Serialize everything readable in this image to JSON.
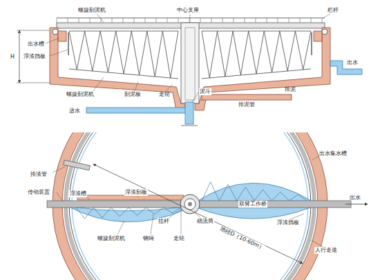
{
  "diagram": {
    "labels": [
      "螺旋刮泥机",
      "中心支座",
      "栏杆",
      "出水槽",
      "浮渣挡板",
      "H",
      "出水",
      "螺旋刮泥机",
      "刮泥板",
      "走轮",
      "泥斗",
      "排泥",
      "进水",
      "排泥管",
      "出水集水槽",
      "排渣管",
      "传动装置",
      "浮渣槽",
      "浮渣刮板",
      "双臂工作桥",
      "出水",
      "拉杆",
      "稳流筒",
      "池径D（10-60m）",
      "浮渣挡板",
      "螺旋刮泥机",
      "钢绳",
      "走轮",
      "人行走道"
    ]
  }
}
